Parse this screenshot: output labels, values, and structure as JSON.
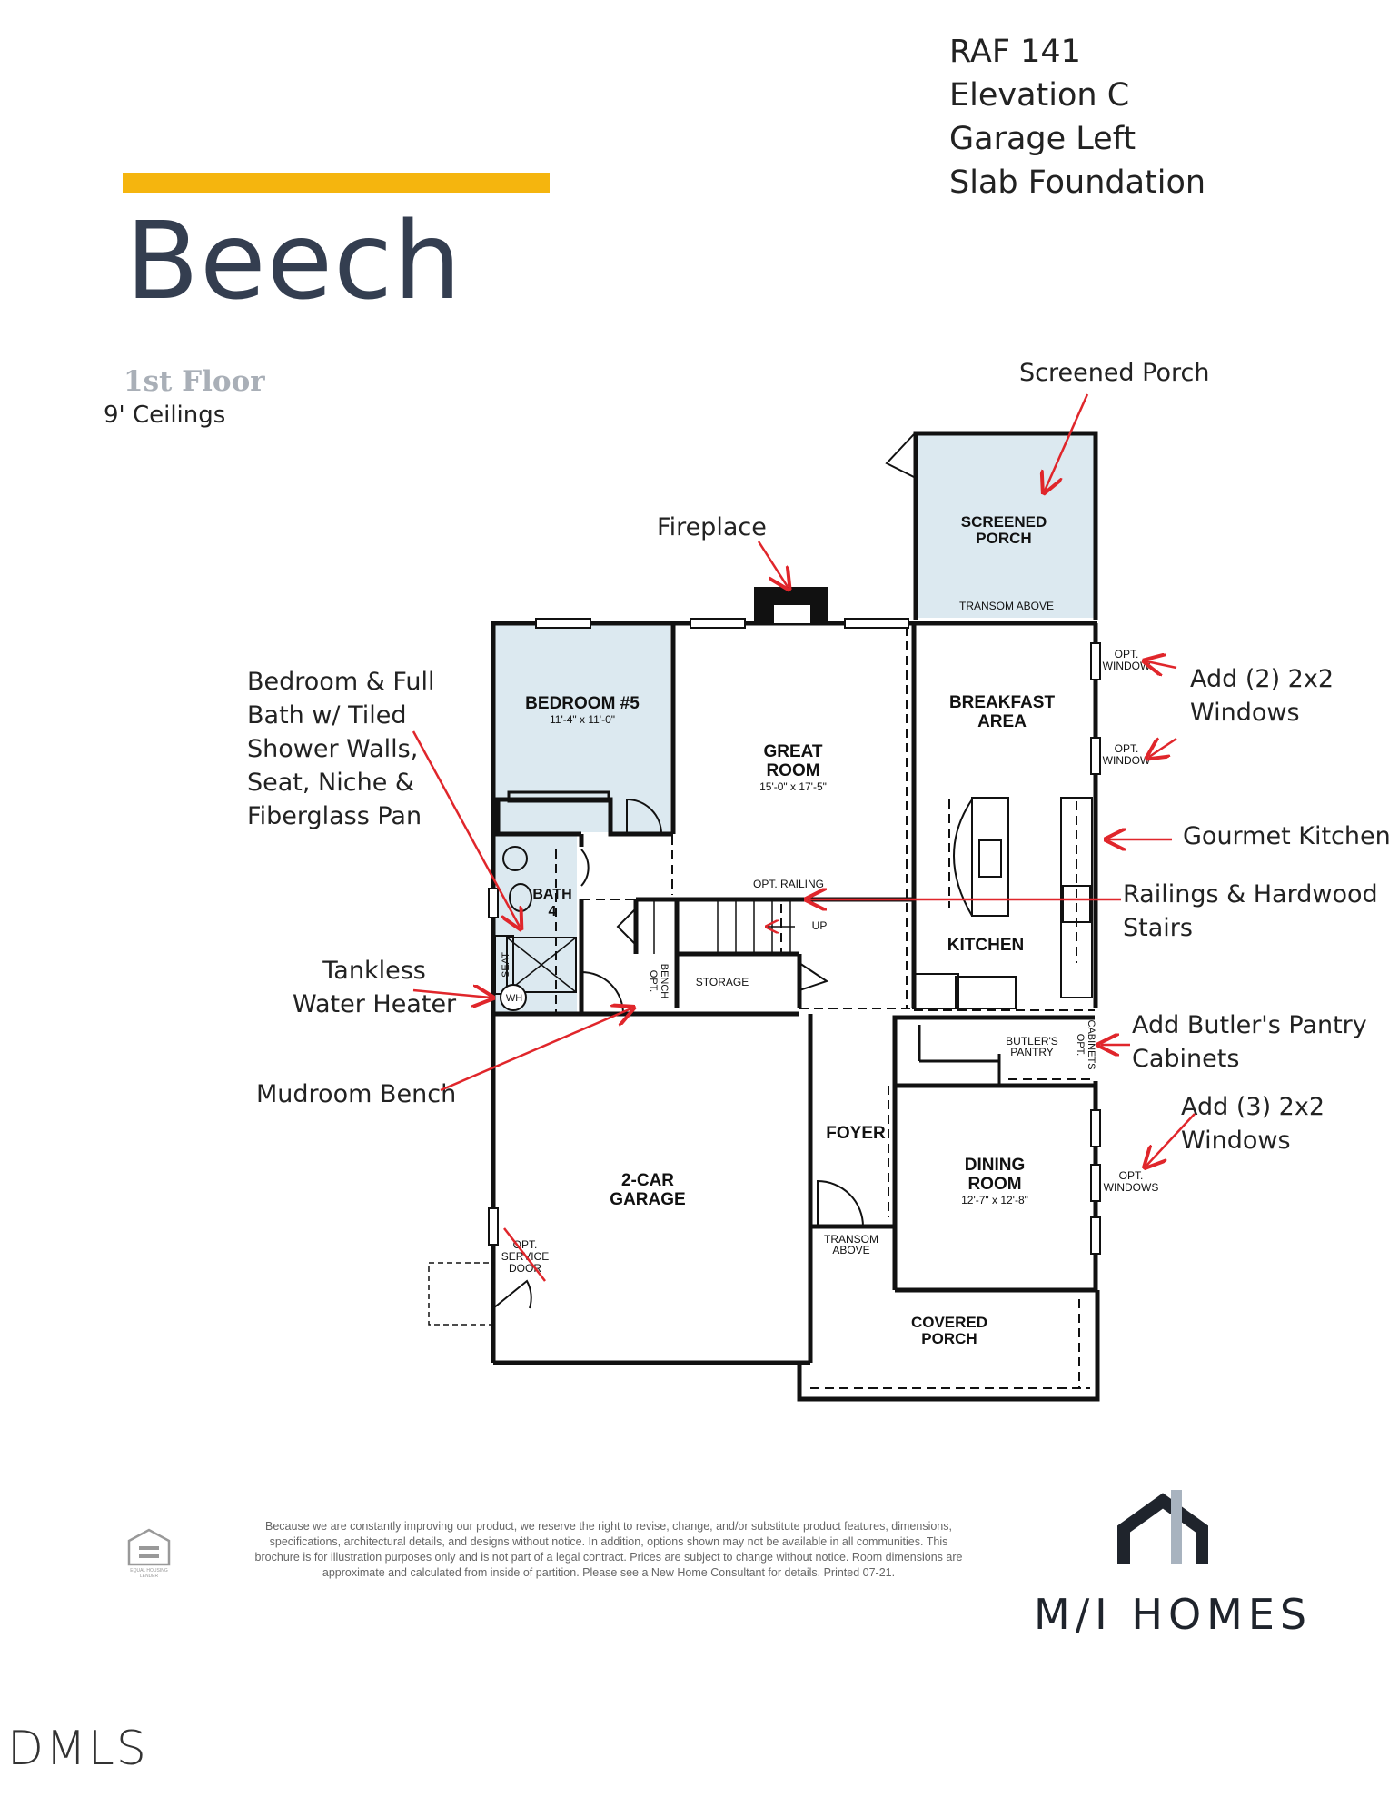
{
  "plan": {
    "name": "Beech",
    "floor_label": "1st Floor",
    "ceiling_label": "9' Ceilings",
    "info_lines": [
      "RAF 141",
      "Elevation C",
      "Garage Left",
      "Slab Foundation"
    ],
    "accent_color": "#f5b50e",
    "title_color": "#343e50",
    "highlight_color": "#dce9f0",
    "arrow_color": "#e0262b"
  },
  "rooms": {
    "screened_porch": [
      "SCREENED",
      "PORCH"
    ],
    "transom_above_porch": "TRANSOM ABOVE",
    "bedroom5": "BEDROOM #5",
    "bedroom5_dim": "11'-4\" x 11'-0\"",
    "great_room": [
      "GREAT",
      "ROOM"
    ],
    "great_room_dim": "15'-0\" x 17'-5\"",
    "breakfast": [
      "BREAKFAST",
      "AREA"
    ],
    "opt_window": [
      "OPT.",
      "WINDOW"
    ],
    "kitchen": "KITCHEN",
    "bath4": [
      "BATH",
      "4"
    ],
    "seat": "SEAT",
    "wh": "WH",
    "opt_bench": [
      "OPT.",
      "BENCH"
    ],
    "storage": "STORAGE",
    "opt_railing": "OPT. RAILING",
    "up": "UP",
    "butlers_pantry": [
      "BUTLER'S",
      "PANTRY"
    ],
    "opt_cabinets": [
      "OPT.",
      "CABINETS"
    ],
    "foyer": "FOYER",
    "dining": [
      "DINING",
      "ROOM"
    ],
    "dining_dim": "12'-7\" x 12'-8\"",
    "opt_windows": [
      "OPT.",
      "WINDOWS"
    ],
    "garage": [
      "2-CAR",
      "GARAGE"
    ],
    "service_door": [
      "OPT.",
      "SERVICE",
      "DOOR"
    ],
    "transom_above_foyer": [
      "TRANSOM",
      "ABOVE"
    ],
    "covered_porch": [
      "COVERED",
      "PORCH"
    ]
  },
  "callouts": {
    "screened_porch": "Screened Porch",
    "fireplace": "Fireplace",
    "bedroom_bath": [
      "Bedroom & Full",
      "Bath w/ Tiled",
      "Shower Walls,",
      "Seat, Niche &",
      "Fiberglass Pan"
    ],
    "windows_2": [
      "Add (2) 2x2",
      "Windows"
    ],
    "gourmet_kitchen": "Gourmet Kitchen",
    "railings": [
      "Railings & Hardwood",
      "Stairs"
    ],
    "water_heater": [
      "Tankless",
      "Water Heater"
    ],
    "butlers_cabinets": [
      "Add Butler's Pantry",
      "Cabinets"
    ],
    "windows_3": [
      "Add (3) 2x2",
      "Windows"
    ],
    "mudroom": "Mudroom Bench"
  },
  "footer": {
    "disclaimer": "Because we are constantly improving our product, we reserve the right to revise, change, and/or substitute product features, dimensions, specifications, architectural details, and designs without notice. In addition, options shown may not be available in all communities. This brochure is for illustration purposes only and is not part of a legal contract. Prices are subject to change without notice. Room dimensions are approximate and calculated from inside of partition. Please see a New Home Consultant for details. Printed 07-21.",
    "brand": "M/I HOMES",
    "eho_lines": [
      "EQUAL HOUSING",
      "LENDER"
    ],
    "watermark": "DMLS"
  }
}
